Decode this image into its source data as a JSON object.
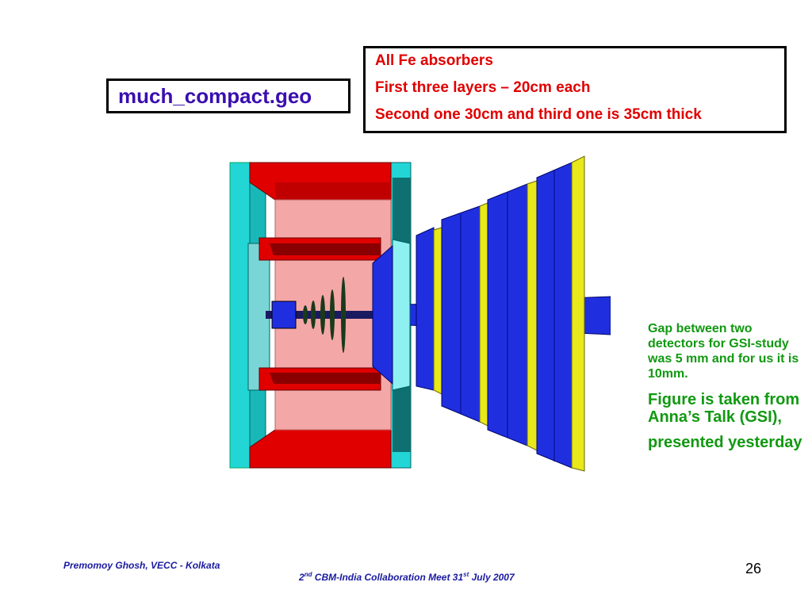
{
  "title_box": {
    "text": "much_compact.geo"
  },
  "notes_box": {
    "lines": [
      "All Fe absorbers",
      "First three layers  – 20cm each",
      "Second one 30cm and third one is 35cm thick"
    ]
  },
  "side_note": {
    "paragraph1": "Gap between two detectors for GSI-study was 5 mm and for us it is 10mm.",
    "paragraph2": "Figure is taken from Anna’s Talk (GSI),",
    "paragraph3": "presented yesterday"
  },
  "footer": {
    "author": "Premomoy Ghosh, VECC - Kolkata",
    "meeting_prefix": "2",
    "meeting_prefix_sup": "nd",
    "meeting_mid": " CBM-India Collaboration Meet 31",
    "meeting_mid_sup": "st",
    "meeting_suffix": " July 2007",
    "page_number": "26"
  },
  "colors": {
    "title_text": "#3a0fb0",
    "notes_text": "#e00000",
    "side_text": "#119911",
    "footer_text": "#1a1aa0",
    "cyan": "#22d6d6",
    "red": "#e00000",
    "pink": "#f4a7a7",
    "blue": "#1f2fe0",
    "yellow": "#e8e81a"
  }
}
